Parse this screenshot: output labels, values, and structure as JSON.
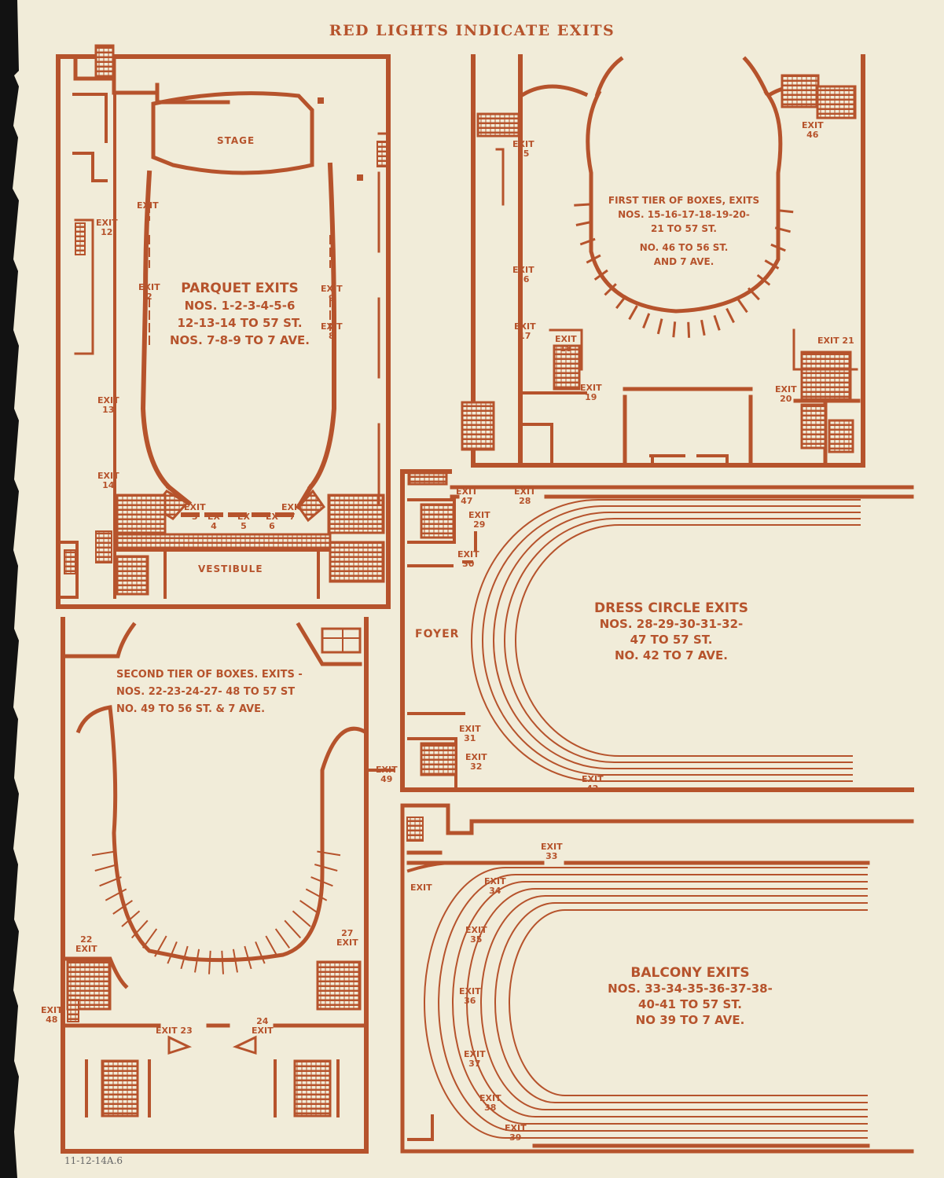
{
  "title": "RED LIGHTS INDICATE EXITS",
  "footnote": "11-12-14A.6",
  "colors": {
    "ink": "#b6532c",
    "paper": "#f1ecd9"
  },
  "parquet": {
    "heading": "PARQUET EXITS",
    "lines": [
      "NOS. 1-2-3-4-5-6",
      "12-13-14 TO 57 ST.",
      "NOS. 7-8-9 TO 7 AVE."
    ],
    "stage": "STAGE",
    "vestibule": "VESTIBULE",
    "exits": {
      "e1": "EXIT\n1",
      "e2": "EXIT\n2",
      "e3": "EXIT\n3",
      "e4": "EX\n4",
      "e5": "EX\n5",
      "e6": "EX\n6",
      "e7": "EXIT\n7",
      "e8": "EXIT\n8",
      "e9": "EXIT\n9",
      "e12": "EXIT\n12",
      "e13": "EXIT\n13",
      "e14": "EXIT\n14"
    }
  },
  "first_tier": {
    "lines": [
      "FIRST TIER OF BOXES, EXITS",
      "NOS. 15-16-17-18-19-20-",
      "21 TO 57 ST.",
      "NO. 46 TO 56 ST.",
      "AND 7 AVE."
    ],
    "exits": {
      "e15": "EXIT\n15",
      "e16": "EXIT\n16",
      "e17": "EXIT\n17",
      "e18": "EXIT\n18",
      "e19": "EXIT\n19",
      "e20": "EXIT\n20",
      "e21": "EXIT 21",
      "e46": "EXIT\n46"
    }
  },
  "dress_circle": {
    "heading": "DRESS CIRCLE EXITS",
    "lines": [
      "NOS. 28-29-30-31-32-",
      "47 TO 57 ST.",
      "NO. 42 TO 7 AVE."
    ],
    "foyer": "FOYER",
    "exits": {
      "e47": "EXIT\n47",
      "e28": "EXIT\n28",
      "e29": "EXIT\n29",
      "e30": "EXIT\n30",
      "e31": "EXIT\n31",
      "e32": "EXIT\n32",
      "e42": "EXIT\n42"
    }
  },
  "second_tier": {
    "lines": [
      "SECOND TIER OF BOXES. EXITS -",
      "NOS. 22-23-24-27- 48 TO 57 ST",
      "NO. 49 TO 56 ST. & 7 AVE."
    ],
    "exits": {
      "e22": "22\nEXIT",
      "e23": "EXIT 23",
      "e24": "24\nEXIT",
      "e27": "27\nEXIT",
      "e48": "EXIT\n48",
      "e49": "EXIT\n49"
    }
  },
  "balcony": {
    "heading": "BALCONY EXITS",
    "lines": [
      "NOS. 33-34-35-36-37-38-",
      "40-41 TO 57 ST.",
      "NO 39 TO 7 AVE."
    ],
    "exits": {
      "e33": "EXIT\n33",
      "e34": "EXIT\n34",
      "e35": "EXIT\n35",
      "e36": "EXIT\n36",
      "e37": "EXIT\n37",
      "e38": "EXIT\n38",
      "e39": "EXIT\n39",
      "ew": "EXIT"
    }
  }
}
